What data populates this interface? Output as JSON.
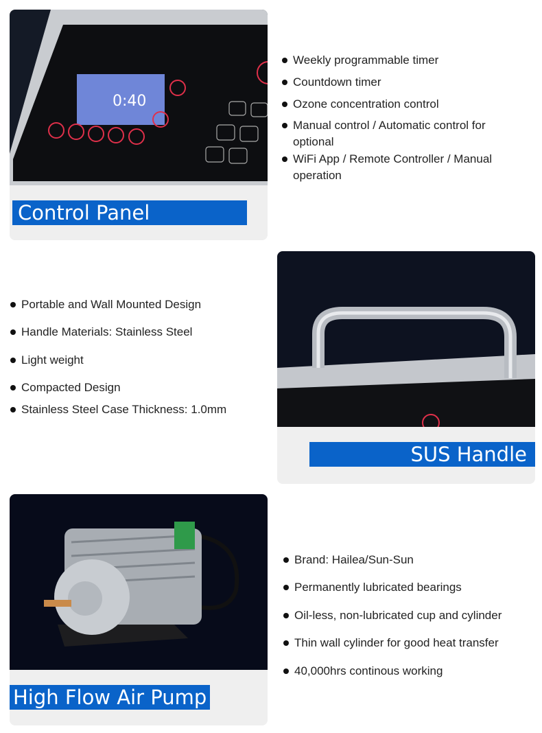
{
  "sections": [
    {
      "title": "Control Panel",
      "bullets": [
        "Weekly programmable timer",
        "Countdown timer",
        "Ozone concentration control",
        "Manual control / Automatic control for optional",
        "WiFi App / Remote Controller / Manual operation"
      ]
    },
    {
      "title": "SUS Handle",
      "bullets": [
        "Portable and Wall Mounted Design",
        "Handle Materials: Stainless Steel",
        "Light weight",
        "Compacted Design",
        "Stainless Steel Case Thickness: 1.0mm"
      ]
    },
    {
      "title": "High Flow Air Pump",
      "bullets": [
        "Brand: Hailea/Sun-Sun",
        "Permanently lubricated bearings",
        "Oil-less, non-lubricated cup and cylinder",
        "Thin wall cylinder for good heat transfer",
        "40,000hrs continous working"
      ]
    }
  ],
  "panel_display": {
    "time": "0:40"
  },
  "colors": {
    "label_blue": "#0a63c9",
    "card_bg": "#efefef"
  }
}
